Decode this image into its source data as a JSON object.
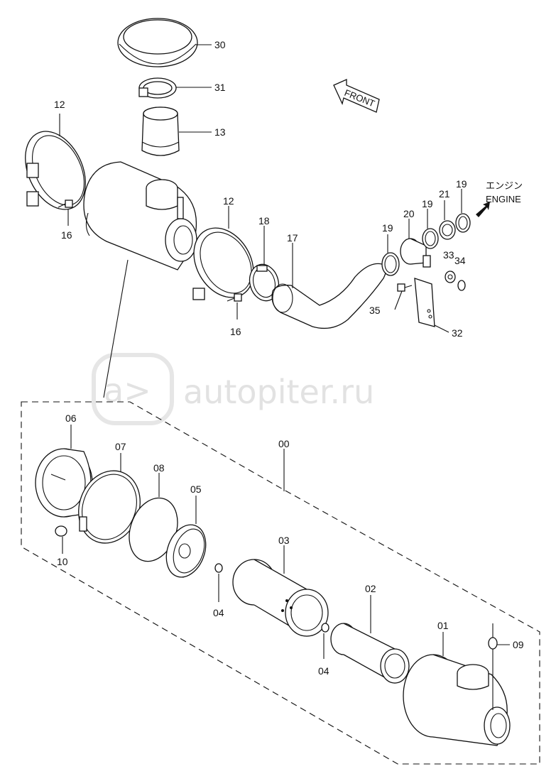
{
  "watermark": {
    "text": "autopiter.ru"
  },
  "direction": {
    "front": "FRONT",
    "engine_jp": "エンジン",
    "engine": "ENGINE"
  },
  "callouts": {
    "p30": "30",
    "p31": "31",
    "p13": "13",
    "p12a": "12",
    "p16a": "16",
    "p12b": "12",
    "p16b": "16",
    "p18": "18",
    "p17": "17",
    "p19a": "19",
    "p20": "20",
    "p19b": "19",
    "p21": "21",
    "p19c": "19",
    "p33": "33",
    "p34": "34",
    "p35": "35",
    "p32": "32",
    "p00": "00",
    "p06": "06",
    "p07": "07",
    "p08": "08",
    "p05": "05",
    "p10": "10",
    "p03": "03",
    "p04a": "04",
    "p02": "02",
    "p04b": "04",
    "p01": "01",
    "p09": "09"
  }
}
